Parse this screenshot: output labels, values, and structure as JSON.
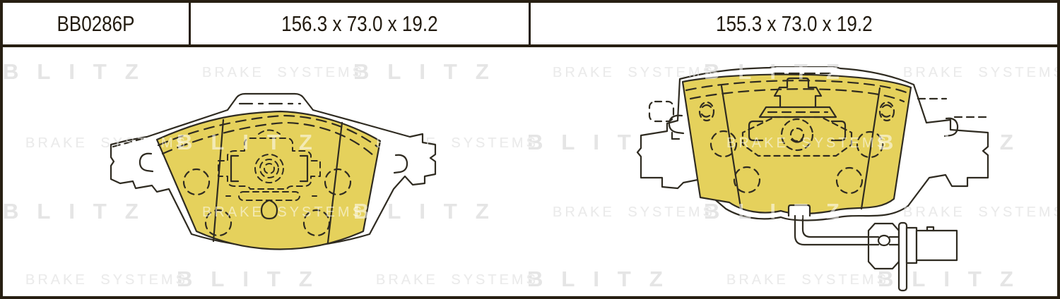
{
  "header": {
    "part_number": "BB0286P",
    "left_pad_dimensions": "156.3 x 73.0 x 19.2",
    "right_pad_dimensions": "155.3 x 73.0 x 19.2"
  },
  "watermark": {
    "brand": "BLITZ",
    "tagline": "BRAKE SYSTEMS"
  },
  "figures": {
    "left_pad": {
      "description": "Brake pad front view (plain pad, no sensor)"
    },
    "right_pad": {
      "description": "Brake pad front view with wear-sensor wire and connector plug"
    }
  },
  "colors": {
    "background": "#ffffff",
    "frame_border": "#271f12",
    "line_dark": "#2f2b21",
    "friction_material_yellow": "#e5d15c",
    "watermark_gray": "#c6c6c6",
    "watermark_light_gray": "#d2d2d2"
  }
}
